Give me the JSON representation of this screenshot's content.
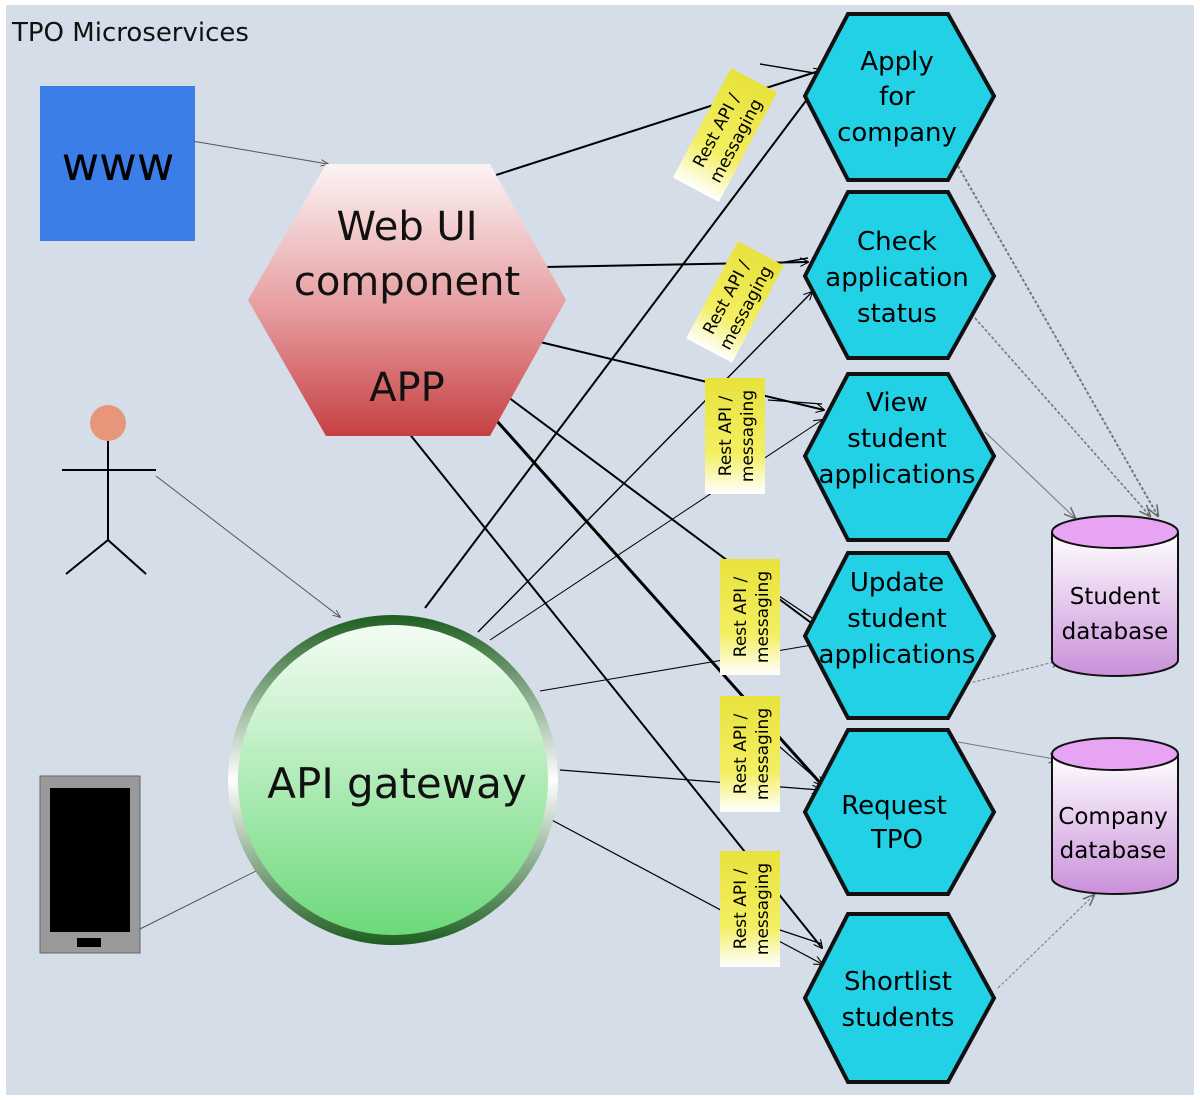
{
  "title": "TPO Microservices",
  "clients": {
    "web_label": "www"
  },
  "web_ui": {
    "line1": "Web UI",
    "line2": "component",
    "line3": "APP"
  },
  "api_gateway": {
    "label": "API gateway"
  },
  "services": {
    "apply": [
      "Apply",
      "for",
      "company"
    ],
    "check": [
      "Check",
      "application",
      "status"
    ],
    "view": [
      "View",
      "student",
      "applications"
    ],
    "update": [
      "Update",
      "student",
      "applications"
    ],
    "request": [
      "Request",
      "TPO"
    ],
    "shortlist": [
      "Shortlist",
      "students"
    ]
  },
  "databases": {
    "student": [
      "Student",
      "database"
    ],
    "company": [
      "Company",
      "database"
    ]
  },
  "tag": {
    "line1": "Rest API /",
    "line2": "messaging"
  },
  "colors": {
    "background": "#d5dde8",
    "web_box": "#3b7ee8",
    "service_fill": "#22d1e6",
    "db_top": "#e7a4f3",
    "tag": "#f1ee5c",
    "gateway_ring": "#215f22",
    "person_head": "#e8967a",
    "web_ui_top": "#fbf2f2",
    "web_ui_bottom": "#c84448"
  }
}
